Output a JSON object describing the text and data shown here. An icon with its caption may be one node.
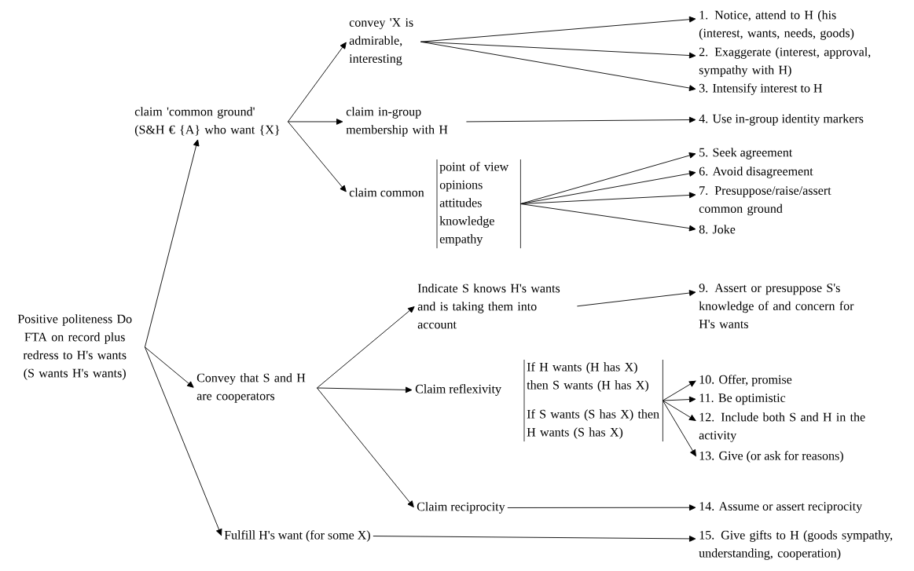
{
  "diagram": {
    "nodes": [
      {
        "text": [
          "Positive politeness Do FTA on record plus redress to H's wants (S wants H's wants)"
        ]
      },
      {
        "text": [
          "claim 'common ground' (S&H € {A} who want {X}"
        ]
      },
      {
        "text": [
          "convey 'X is admirable, interesting"
        ]
      },
      {
        "text": [
          "claim in-group membership with H"
        ]
      },
      {
        "text": [
          "claim common"
        ]
      },
      {
        "text": [
          "point of view",
          "opinions",
          "attitudes",
          "knowledge",
          "empathy"
        ]
      },
      {
        "text": [
          "1. Notice, attend to H (his (interest, wants, needs, goods)"
        ]
      },
      {
        "text": [
          "2. Exaggerate (interest, approval, sympathy with H)"
        ]
      },
      {
        "text": [
          "3. Intensify interest to H"
        ]
      },
      {
        "text": [
          "4. Use in-group identity markers"
        ]
      },
      {
        "text": [
          "5. Seek agreement"
        ]
      },
      {
        "text": [
          "6. Avoid disagreement"
        ]
      },
      {
        "text": [
          "7. Presuppose/raise/assert common ground"
        ]
      },
      {
        "text": [
          "8. Joke"
        ]
      },
      {
        "text": [
          "Convey that S and H are cooperators"
        ]
      },
      {
        "text": [
          "Indicate S knows H's wants and is taking them into account"
        ]
      },
      {
        "text": [
          "9. Assert or presuppose S's knowledge of and concern for H's wants"
        ]
      },
      {
        "text": [
          "Claim reflexivity"
        ]
      },
      {
        "text": [
          "If H wants (H has X) then S wants (H has X)",
          "If S wants (S has X) then H wants (S has X)"
        ]
      },
      {
        "text": [
          "10. Offer, promise"
        ]
      },
      {
        "text": [
          "11. Be optimistic"
        ]
      },
      {
        "text": [
          "12. Include both S and H in the activity"
        ]
      },
      {
        "text": [
          "13. Give (or ask for reasons)"
        ]
      },
      {
        "text": [
          "Claim reciprocity"
        ]
      },
      {
        "text": [
          "14. Assume or assert reciprocity"
        ]
      },
      {
        "text": [
          "Fulfill H's want (for some X)"
        ]
      },
      {
        "text": [
          "15. Give gifts to H (goods sympathy, understanding, cooperation)"
        ]
      }
    ],
    "edges": [
      {
        "from": 0,
        "to": 1,
        "arrow": "to"
      },
      {
        "from": 0,
        "to": 14,
        "arrow": "to"
      },
      {
        "from": 0,
        "to": 25,
        "arrow": "to"
      },
      {
        "from": 1,
        "to": 2,
        "arrow": "to"
      },
      {
        "from": 1,
        "to": 3,
        "arrow": "to"
      },
      {
        "from": 1,
        "to": 4,
        "arrow": "to"
      },
      {
        "from": 2,
        "to": 6,
        "arrow": "to"
      },
      {
        "from": 2,
        "to": 7,
        "arrow": "to"
      },
      {
        "from": 2,
        "to": 8,
        "arrow": "to"
      },
      {
        "from": 3,
        "to": 9,
        "arrow": "to"
      },
      {
        "from": 5,
        "to": 10,
        "arrow": "to"
      },
      {
        "from": 5,
        "to": 11,
        "arrow": "to"
      },
      {
        "from": 5,
        "to": 12,
        "arrow": "to"
      },
      {
        "from": 5,
        "to": 13,
        "arrow": "to"
      },
      {
        "from": 14,
        "to": 15,
        "arrow": "to"
      },
      {
        "from": 14,
        "to": 17,
        "arrow": "to"
      },
      {
        "from": 14,
        "to": 23,
        "arrow": "to"
      },
      {
        "from": 15,
        "to": 16,
        "arrow": "to"
      },
      {
        "from": 18,
        "to": 19,
        "arrow": "to"
      },
      {
        "from": 18,
        "to": 20,
        "arrow": "to"
      },
      {
        "from": 18,
        "to": 21,
        "arrow": "to"
      },
      {
        "from": 18,
        "to": 22,
        "arrow": "to"
      },
      {
        "from": 23,
        "to": 24,
        "arrow": "to"
      },
      {
        "from": 25,
        "to": 26,
        "arrow": "to"
      }
    ]
  }
}
